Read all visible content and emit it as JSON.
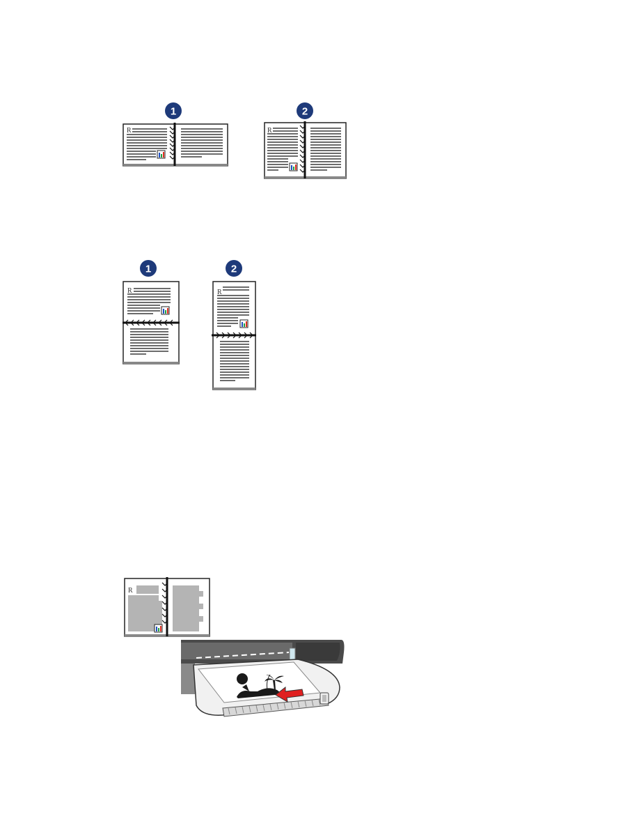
{
  "figures": {
    "long_edge_binding": {
      "step1_badge": "1",
      "step2_badge": "2"
    },
    "short_edge_binding": {
      "step1_badge": "1",
      "step2_badge": "2"
    },
    "printer_load": {}
  },
  "colors": {
    "badge": "#1e3a7a",
    "text_lines": "#3a3a3a",
    "gray_block": "#b4b4b4",
    "arrow": "#e02020",
    "printer_dark": "#5a5a5a"
  }
}
